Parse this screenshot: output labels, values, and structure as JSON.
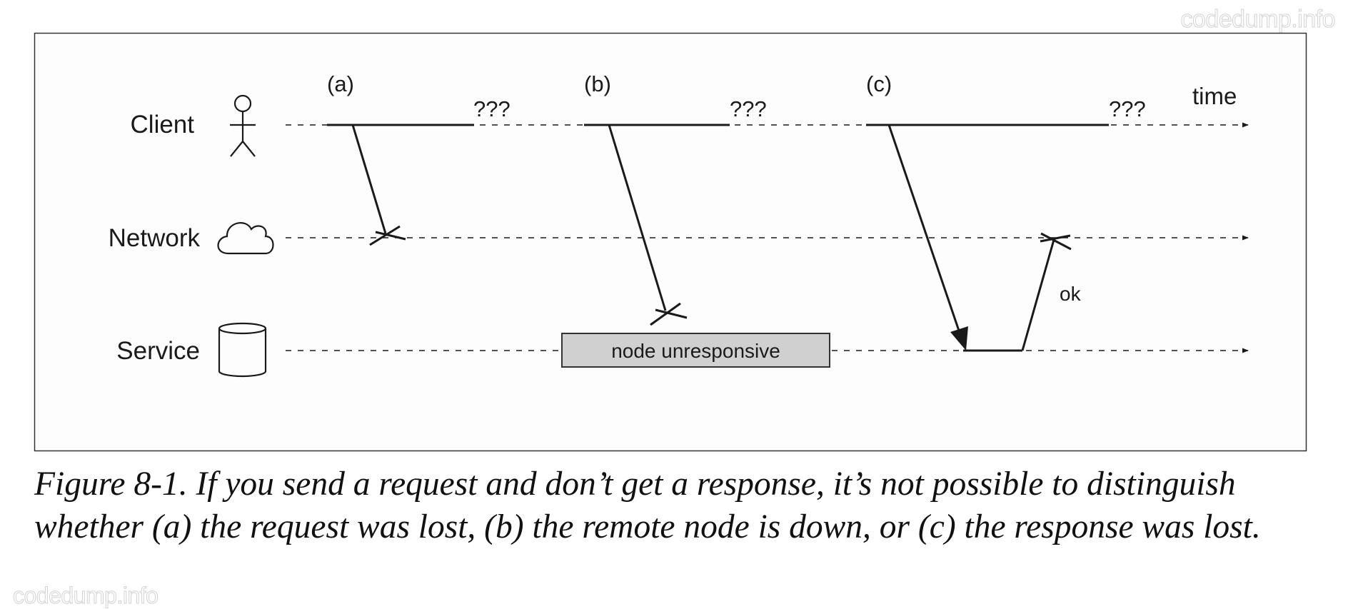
{
  "watermark": {
    "text": "codedump.info"
  },
  "lanes": {
    "client": "Client",
    "network": "Network",
    "service": "Service"
  },
  "scenarios": {
    "a": "(a)",
    "b": "(b)",
    "c": "(c)"
  },
  "labels": {
    "unknown": "???",
    "time": "time",
    "ok": "ok",
    "node_unresponsive": "node unresponsive"
  },
  "icons": {
    "client": "person-icon",
    "network": "cloud-icon",
    "service": "database-cylinder-icon"
  },
  "colors": {
    "ink": "#1a1a1a",
    "unresponsive_fill": "#d0d0d0",
    "frame": "#333333"
  },
  "caption": {
    "text": "Figure 8-1. If you send a request and don’t get a response, it’s not possible to distinguish whether (a) the request was lost, (b) the remote node is down, or (c) the response was lost."
  }
}
